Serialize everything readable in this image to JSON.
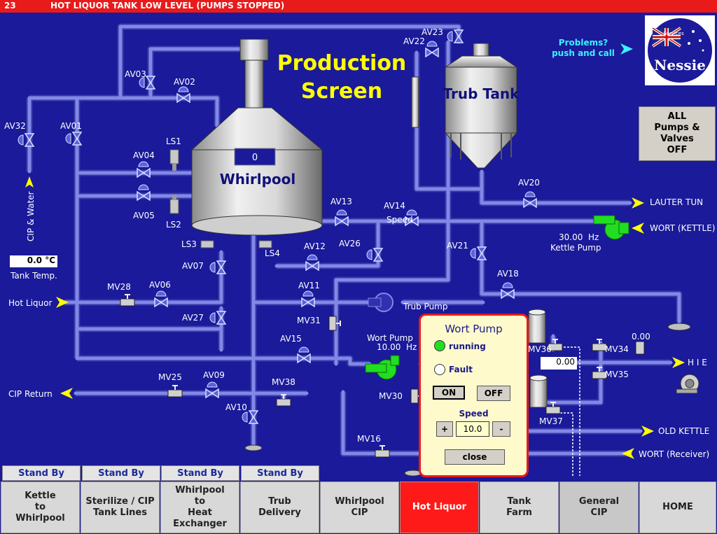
{
  "alarm": {
    "code": "23",
    "message": "HOT LIQUOR TANK LOW LEVEL (PUMPS STOPPED)"
  },
  "title": {
    "line1": "Production",
    "line2": "Screen"
  },
  "help": {
    "line1": "Problems?",
    "line2": "push and call"
  },
  "logo": {
    "text": "Nessie",
    "tagline": "Services"
  },
  "all_off_button": {
    "line1": "ALL",
    "line2": "Pumps & Valves",
    "line3": "OFF"
  },
  "whirlpool": {
    "name": "Whirlpool",
    "level": "0"
  },
  "trub_tank": {
    "name": "Trub Tank"
  },
  "tank_temp": {
    "value": "0.0",
    "unit": "°C",
    "label": "Tank Temp."
  },
  "valves": [
    "AV01",
    "AV02",
    "AV03",
    "AV04",
    "AV05",
    "AV06",
    "AV07",
    "AV09",
    "AV10",
    "AV11",
    "AV12",
    "AV13",
    "AV14",
    "AV15",
    "AV18",
    "AV20",
    "AV21",
    "AV22",
    "AV23",
    "AV26",
    "AV27",
    "AV32",
    "MV16",
    "MV25",
    "MV28",
    "MV30",
    "MV31",
    "MV34",
    "MV35",
    "MV36",
    "MV37",
    "MV38"
  ],
  "sensors": [
    "LS1",
    "LS2",
    "LS3",
    "LS4"
  ],
  "flows": {
    "cip_water": "CIP & Water",
    "hot_liquor": "Hot Liquor",
    "cip_return": "CIP Return",
    "lauter_tun": "LAUTER TUN",
    "wort_kettle": "WORT (KETTLE)",
    "hie": "H I E",
    "old_kettle": "OLD KETTLE",
    "wort_receiver": "WORT (Receiver)"
  },
  "kettle_pump": {
    "value": "30.00",
    "unit": "Hz",
    "label": "Kettle Pump"
  },
  "wort_pump": {
    "label": "Wort Pump",
    "value": "10.00",
    "unit": "Hz"
  },
  "trub_pump": {
    "label": "Trub Pump"
  },
  "speed_label_small": "Speed",
  "hie_values": {
    "top": "0.00",
    "display": "0.00"
  },
  "popup": {
    "title": "Wort Pump",
    "running": "running",
    "fault": "Fault",
    "on": "ON",
    "off": "OFF",
    "speed_label": "Speed",
    "plus": "+",
    "minus": "-",
    "speed_value": "10.0",
    "close": "close"
  },
  "standby_labels": [
    "Stand By",
    "Stand By",
    "Stand By",
    "Stand By"
  ],
  "nav": [
    "Kettle\nto\nWhirlpool",
    "Sterilize / CIP\nTank Lines",
    "Whirlpool\nto\nHeat Exchanger",
    "Trub\nDelivery",
    "Whirlpool\nCIP",
    "Hot Liquor",
    "Tank\nFarm",
    "General\nCIP",
    "HOME"
  ],
  "colors": {
    "background": "#1a1a9a",
    "pipe": "#8088e8",
    "alarm": "#e81a1a",
    "title": "#ffff00",
    "active_nav": "#ff1a1a",
    "pump_green": "#22dd22"
  }
}
